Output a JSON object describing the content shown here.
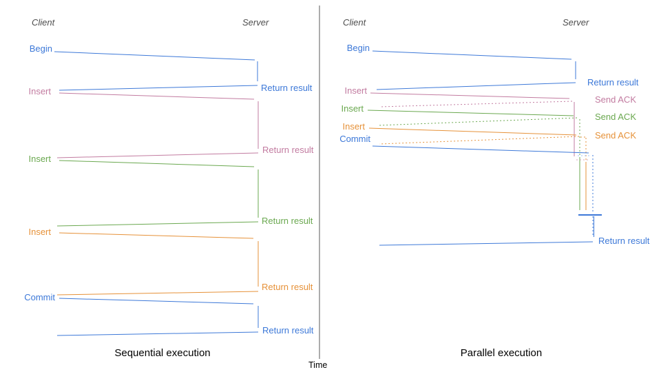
{
  "colors": {
    "blue": "#3c78d8",
    "pink": "#c27ba0",
    "green": "#6aa84f",
    "orange": "#e69138",
    "light_blue_connector": "#9fc5f8",
    "light_pink_connector": "#d5a6bd",
    "axis_gray": "#595959",
    "header_gray": "#4d4d4d"
  },
  "time_axis": {
    "label": "Time"
  },
  "panels": {
    "sequential": {
      "caption": "Sequential execution",
      "client_header": "Client",
      "server_header": "Server",
      "operations": [
        {
          "label": "Begin",
          "color": "blue",
          "result": "Return result"
        },
        {
          "label": "Insert",
          "color": "pink",
          "result": "Return result"
        },
        {
          "label": "Insert",
          "color": "green",
          "result": "Return result"
        },
        {
          "label": "Insert",
          "color": "orange",
          "result": "Return result"
        },
        {
          "label": "Commit",
          "color": "blue",
          "result": "Return result"
        }
      ]
    },
    "parallel": {
      "caption": "Parallel execution",
      "client_header": "Client",
      "server_header": "Server",
      "operations": [
        {
          "label": "Begin",
          "color": "blue",
          "result": "Return result"
        },
        {
          "label": "Insert",
          "color": "pink",
          "ack": "Send ACK"
        },
        {
          "label": "Insert",
          "color": "green",
          "ack": "Send ACK"
        },
        {
          "label": "Insert",
          "color": "orange",
          "ack": "Send ACK"
        },
        {
          "label": "Commit",
          "color": "blue",
          "result": "Return result"
        }
      ]
    }
  }
}
